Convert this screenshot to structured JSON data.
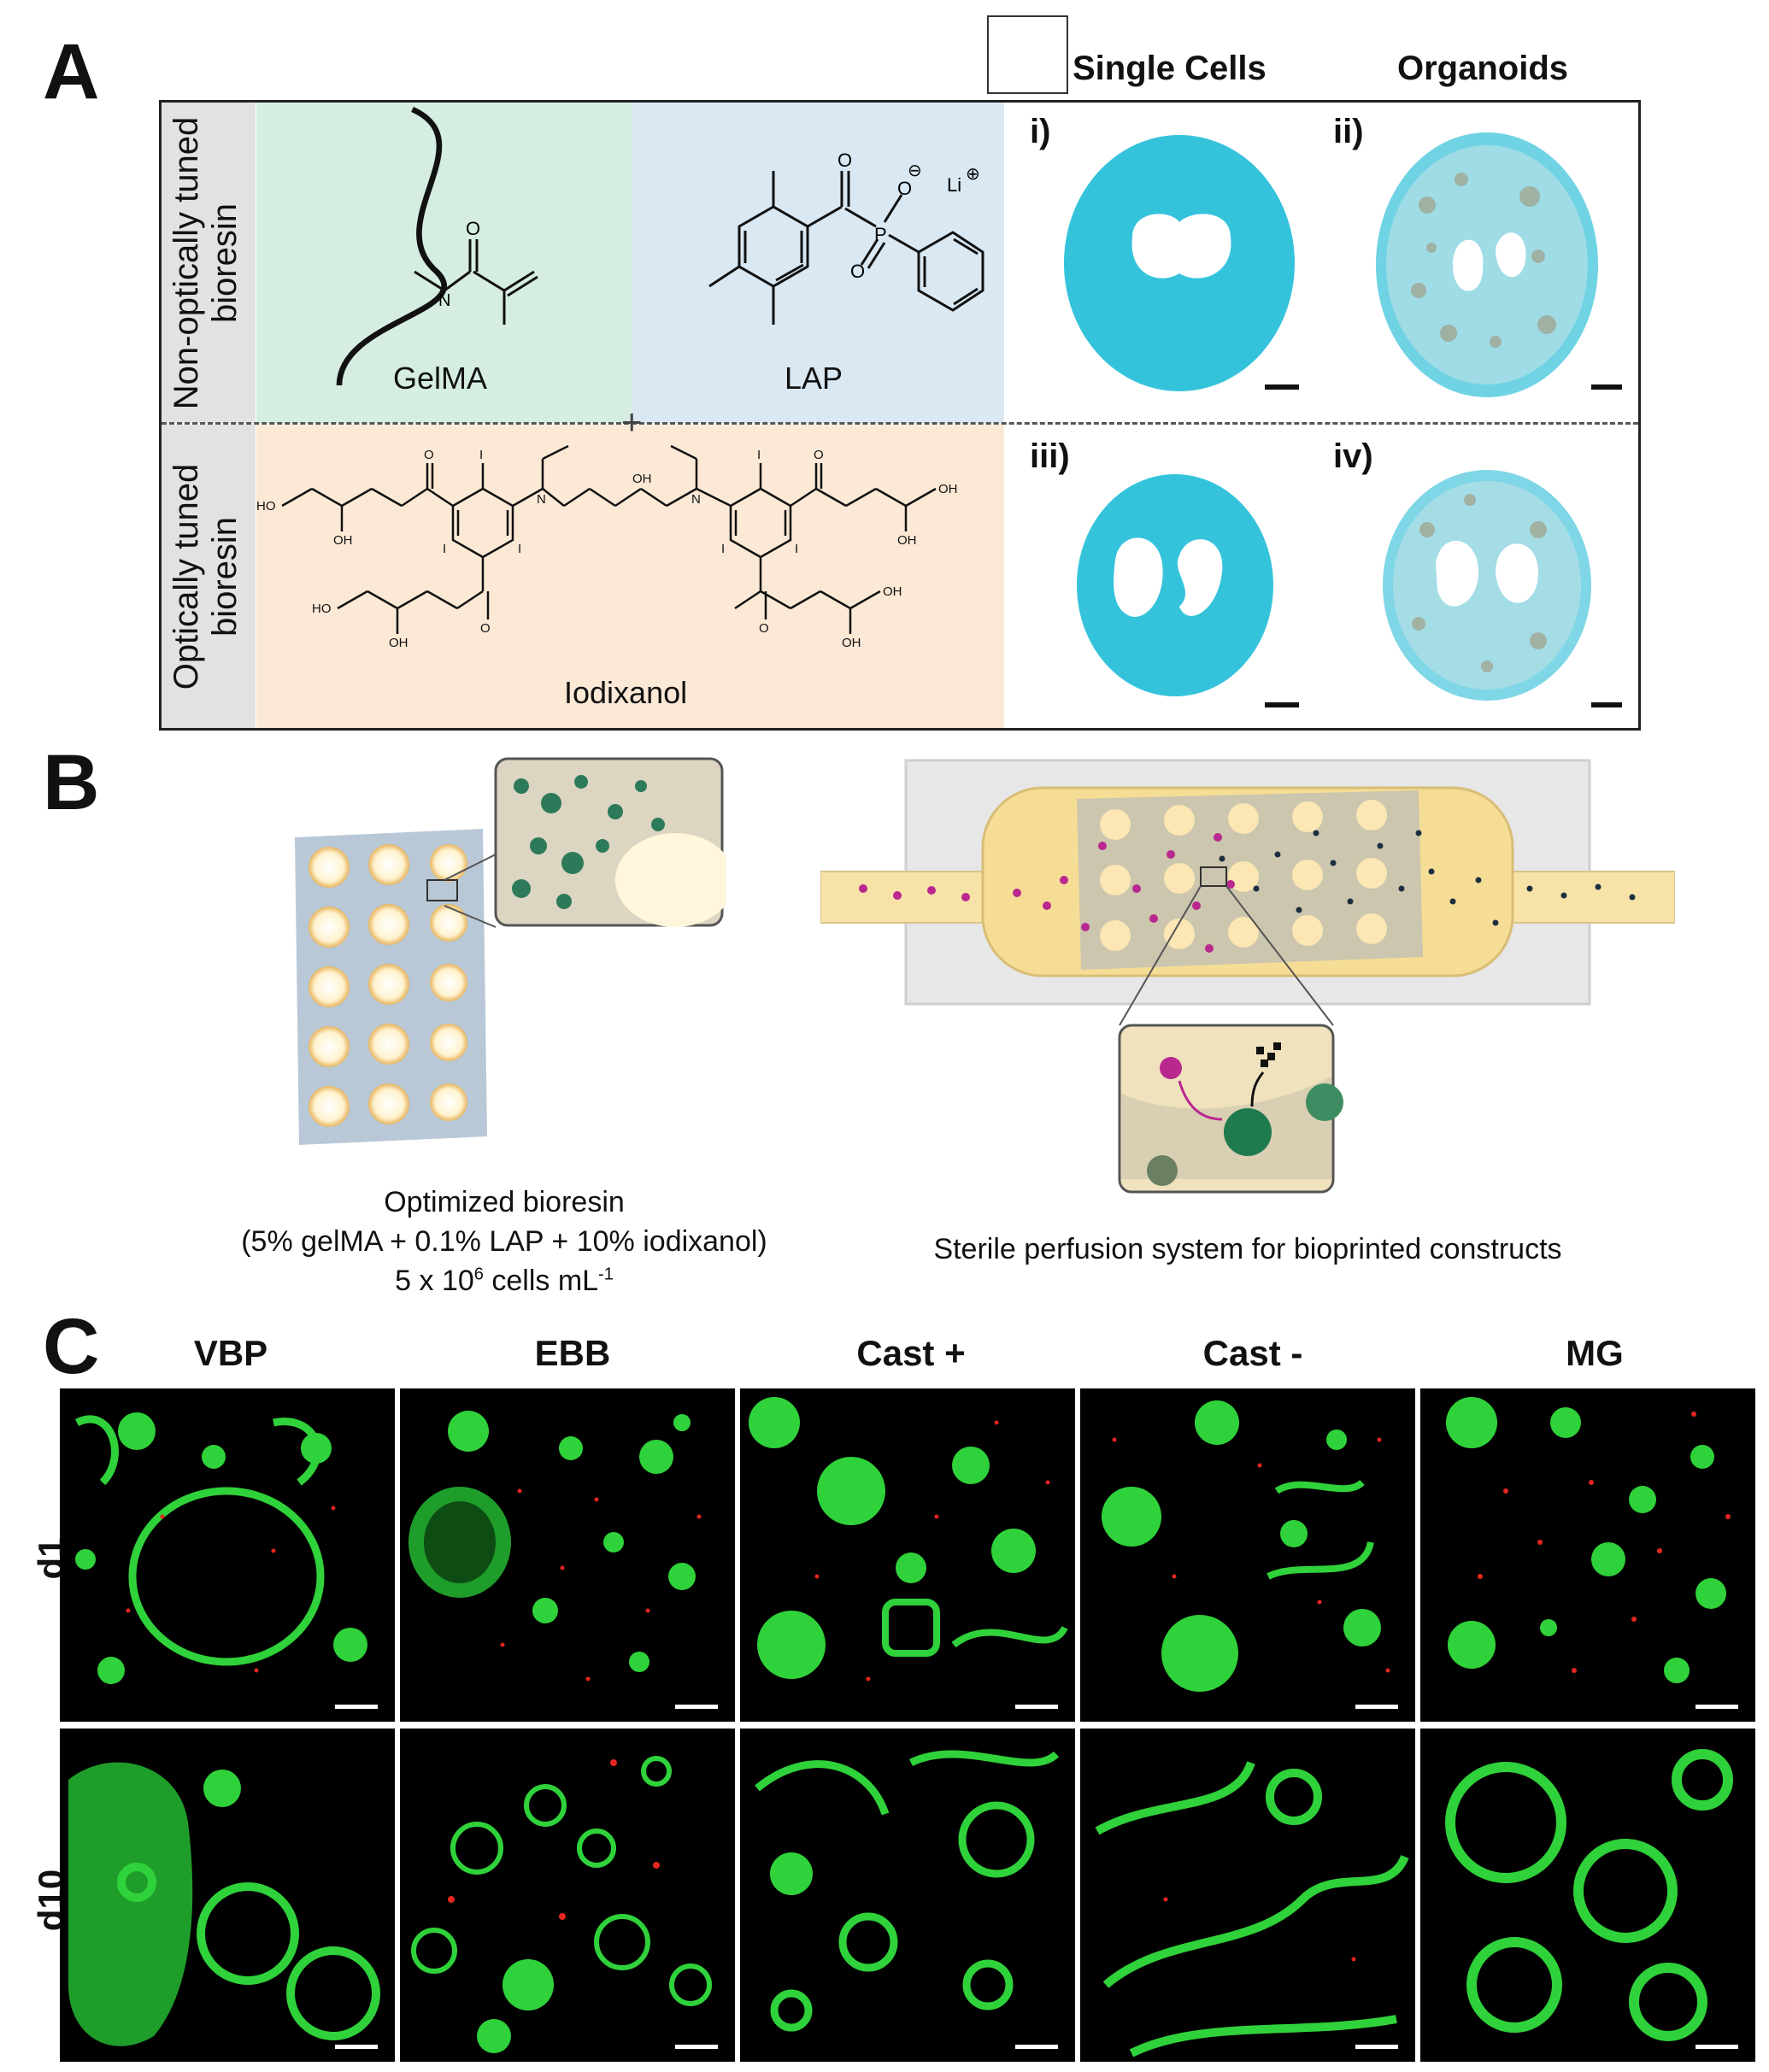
{
  "panel_letters": {
    "a": "A",
    "b": "B",
    "c": "C"
  },
  "panel_a": {
    "column_headers": {
      "single_cells": "Single Cells",
      "organoids": "Organoids"
    },
    "row_labels": {
      "top": [
        "Non-optically tuned",
        "bioresin"
      ],
      "bottom": [
        "Optically tuned",
        "bioresin"
      ]
    },
    "compounds": {
      "gelma": "GelMA",
      "lap": "LAP",
      "iodixanol": "Iodixanol",
      "plus": "+"
    },
    "chem_atoms": {
      "O": "O",
      "H": "H",
      "N": "N",
      "P": "P",
      "Li": "Li",
      "I": "I",
      "OH": "OH",
      "HO": "HO",
      "minus": "⊖",
      "plus": "⊕"
    },
    "image_labels": [
      "i)",
      "ii)",
      "iii)",
      "iv)"
    ],
    "colors": {
      "gelma_bg": "#d5eee1",
      "lap_bg": "#d9e8f3",
      "iodixanol_bg": "#fbe9d6",
      "stain": "#35c3dc"
    }
  },
  "panel_b": {
    "left_caption": [
      "Optimized bioresin",
      "(5% gelMA + 0.1% LAP + 10% iodixanol)",
      "5 x 10",
      "6",
      " cells mL",
      "-1"
    ],
    "right_caption": "Sterile perfusion system for bioprinted constructs",
    "colors": {
      "magenta": "#b8288f",
      "dark_dot": "#1c2f40",
      "green_cell": "#1f7a4e",
      "fluid": "#f6deA0"
    }
  },
  "panel_c": {
    "column_headers": [
      "VBP",
      "EBB",
      "Cast +",
      "Cast -",
      "MG"
    ],
    "row_labels": [
      "d1",
      "d10"
    ],
    "colors": {
      "live": "#2fd23a",
      "dead": "#e5261f",
      "background": "#000000"
    }
  }
}
